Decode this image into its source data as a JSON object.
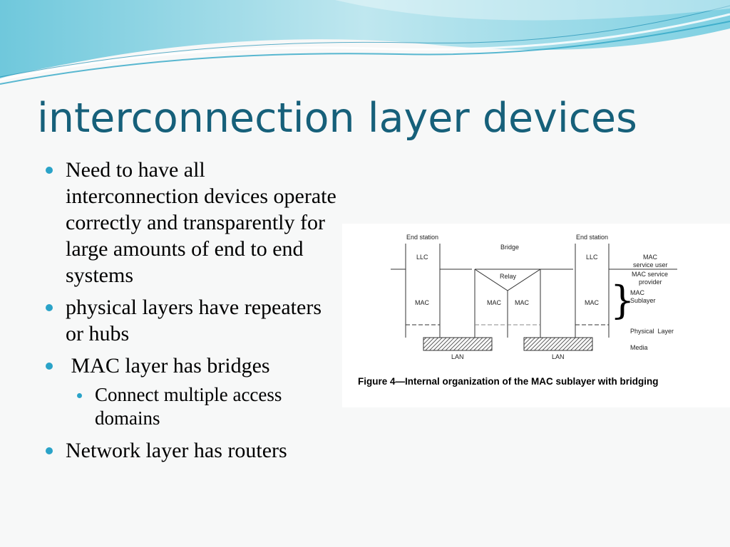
{
  "slide": {
    "title": "interconnection layer devices",
    "bullets": [
      "Need to have all interconnection devices operate correctly and transparently for large amounts of end to end systems",
      "physical layers have repeaters or hubs",
      " MAC layer has bridges"
    ],
    "sub_bullet": "Connect multiple access domains",
    "last_bullet": "Network layer has routers"
  },
  "figure": {
    "end_station_left": "End station",
    "end_station_right": "End station",
    "bridge": "Bridge",
    "llc_left": "LLC",
    "llc_right": "LLC",
    "relay": "Relay",
    "mac_left": "MAC",
    "mac_bridge_left": "MAC",
    "mac_bridge_right": "MAC",
    "mac_right": "MAC",
    "lan_left": "LAN",
    "lan_right": "LAN",
    "mac_service_user_1": "MAC",
    "mac_service_user_2": "service user",
    "mac_service_provider_1": "MAC service",
    "mac_service_provider_2": "provider",
    "mac_sublayer_1": "MAC",
    "mac_sublayer_2": "Sublayer",
    "physical_layer": "Physical  Layer",
    "media": "Media",
    "caption": "Figure 4—Internal organization of the MAC sublayer with bridging"
  },
  "colors": {
    "title": "#16607a",
    "bullet_dot": "#2aa3c8",
    "wave_light": "#bfe6ee",
    "wave_dark": "#2fa6c6"
  }
}
